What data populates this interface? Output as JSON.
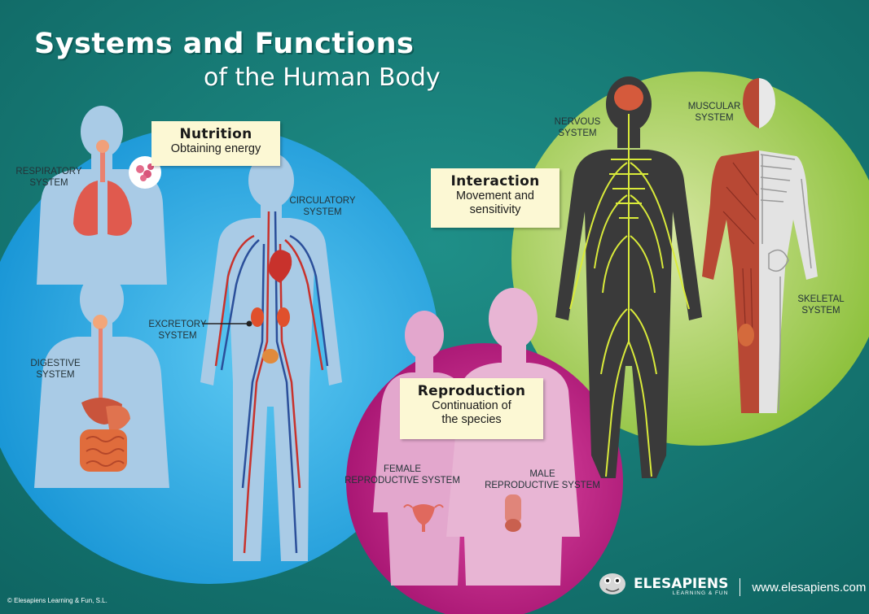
{
  "title": {
    "line1": "Systems and Functions",
    "line2": "of the Human Body"
  },
  "cards": {
    "nutrition": {
      "heading": "Nutrition",
      "sub": "Obtaining energy"
    },
    "interaction": {
      "heading": "Interaction",
      "sub1": "Movement and",
      "sub2": "sensitivity"
    },
    "reproduction": {
      "heading": "Reproduction",
      "sub1": "Continuation of",
      "sub2": "the species"
    }
  },
  "labels": {
    "respiratory": [
      "RESPIRATORY",
      "SYSTEM"
    ],
    "circulatory": [
      "CIRCULATORY",
      "SYSTEM"
    ],
    "excretory": [
      "EXCRETORY",
      "SYSTEM"
    ],
    "digestive": [
      "DIGESTIVE",
      "SYSTEM"
    ],
    "nervous": [
      "NERVOUS",
      "SYSTEM"
    ],
    "muscular": [
      "MUSCULAR",
      "SYSTEM"
    ],
    "skeletal": [
      "SKELETAL",
      "SYSTEM"
    ],
    "female": [
      "FEMALE",
      "REPRODUCTIVE SYSTEM"
    ],
    "male": [
      "MALE",
      "REPRODUCTIVE SYSTEM"
    ]
  },
  "footer": {
    "copyright": "© Elesapiens Learning & Fun, S.L.",
    "brand": "ELESAPIENS",
    "tagline": "LEARNING & FUN",
    "url": "www.elesapiens.com"
  },
  "colors": {
    "background": "#177f7a",
    "nutrition_circle": "#2aaee8",
    "interaction_circle": "#a8cf55",
    "reproduction_circle": "#c21f86",
    "silhouette_blue": "#a9cbe6",
    "silhouette_pink": "#e3a7cd",
    "card": "#fcf8d4"
  }
}
